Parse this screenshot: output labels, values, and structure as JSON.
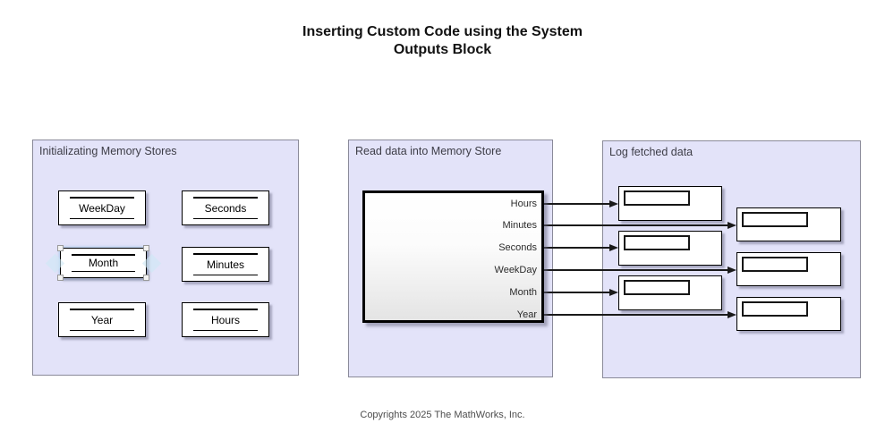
{
  "title": {
    "line1": "Inserting Custom Code using the System",
    "line2": "Outputs Block"
  },
  "panels": {
    "init": {
      "label": "Initializating Memory Stores"
    },
    "read": {
      "label": "Read data into Memory Store"
    },
    "log": {
      "label": "Log fetched data"
    }
  },
  "memory_blocks": [
    {
      "label": "WeekDay",
      "selected": false
    },
    {
      "label": "Seconds",
      "selected": false
    },
    {
      "label": "Month",
      "selected": true
    },
    {
      "label": "Minutes",
      "selected": false
    },
    {
      "label": "Year",
      "selected": false
    },
    {
      "label": "Hours",
      "selected": false
    }
  ],
  "reader_ports": [
    {
      "label": "Hours"
    },
    {
      "label": "Minutes"
    },
    {
      "label": "Seconds"
    },
    {
      "label": "WeekDay"
    },
    {
      "label": "Month"
    },
    {
      "label": "Year"
    }
  ],
  "footer": {
    "copyright": "Copyrights 2025 The MathWorks, Inc."
  },
  "colors": {
    "panel_bg": "#e3e3f9",
    "panel_border": "#8a8a99",
    "line_color": "#1a1a1a",
    "selection_handle_border": "#9a9a9a",
    "selection_glow": "#cde7f5"
  }
}
